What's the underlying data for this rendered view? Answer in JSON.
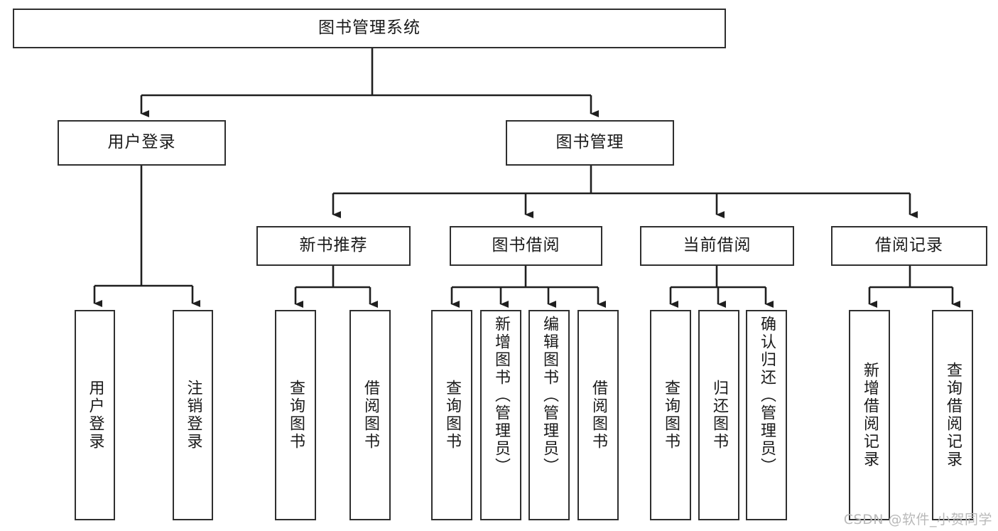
{
  "diagram": {
    "title": "图书管理系统",
    "type": "tree",
    "orientation": "top-down",
    "colors": {
      "box_border": "#2f2f2f",
      "box_fill": "#ffffff",
      "connector": "#1f1f1f",
      "text": "#1a1a1a",
      "watermark": "#b9b9b9"
    },
    "nodes": {
      "root": {
        "label": "图书管理系统",
        "level": 1
      },
      "level2": [
        {
          "id": "user-login",
          "label": "用户登录"
        },
        {
          "id": "book-management",
          "label": "图书管理"
        }
      ],
      "level3": [
        {
          "id": "new-book-recommend",
          "label": "新书推荐",
          "parent": "book-management"
        },
        {
          "id": "book-borrow",
          "label": "图书借阅",
          "parent": "book-management"
        },
        {
          "id": "current-borrow",
          "label": "当前借阅",
          "parent": "book-management"
        },
        {
          "id": "borrow-record",
          "label": "借阅记录",
          "parent": "book-management"
        }
      ],
      "leaves": {
        "user_login": [
          {
            "id": "leaf-user-login",
            "label": "用户登录"
          },
          {
            "id": "leaf-user-logout",
            "label": "注销登录"
          }
        ],
        "new_book_recommend": [
          {
            "id": "leaf-query-book-1",
            "label": "查询图书"
          },
          {
            "id": "leaf-borrow-book-1",
            "label": "借阅图书"
          }
        ],
        "book_borrow": [
          {
            "id": "leaf-query-book-2",
            "label": "查询图书"
          },
          {
            "id": "leaf-add-book",
            "label": "新增图书（管理员）"
          },
          {
            "id": "leaf-edit-book",
            "label": "编辑图书（管理员）"
          },
          {
            "id": "leaf-borrow-book-2",
            "label": "借阅图书"
          }
        ],
        "current_borrow": [
          {
            "id": "leaf-query-book-3",
            "label": "查询图书"
          },
          {
            "id": "leaf-return-book",
            "label": "归还图书"
          },
          {
            "id": "leaf-confirm-return",
            "label": "确认归还（管理员）"
          }
        ],
        "borrow_record": [
          {
            "id": "leaf-add-record",
            "label": "新增借阅记录"
          },
          {
            "id": "leaf-query-record",
            "label": "查询借阅记录"
          }
        ]
      }
    }
  },
  "watermark": {
    "text": "CSDN @软件_小贺同学"
  }
}
